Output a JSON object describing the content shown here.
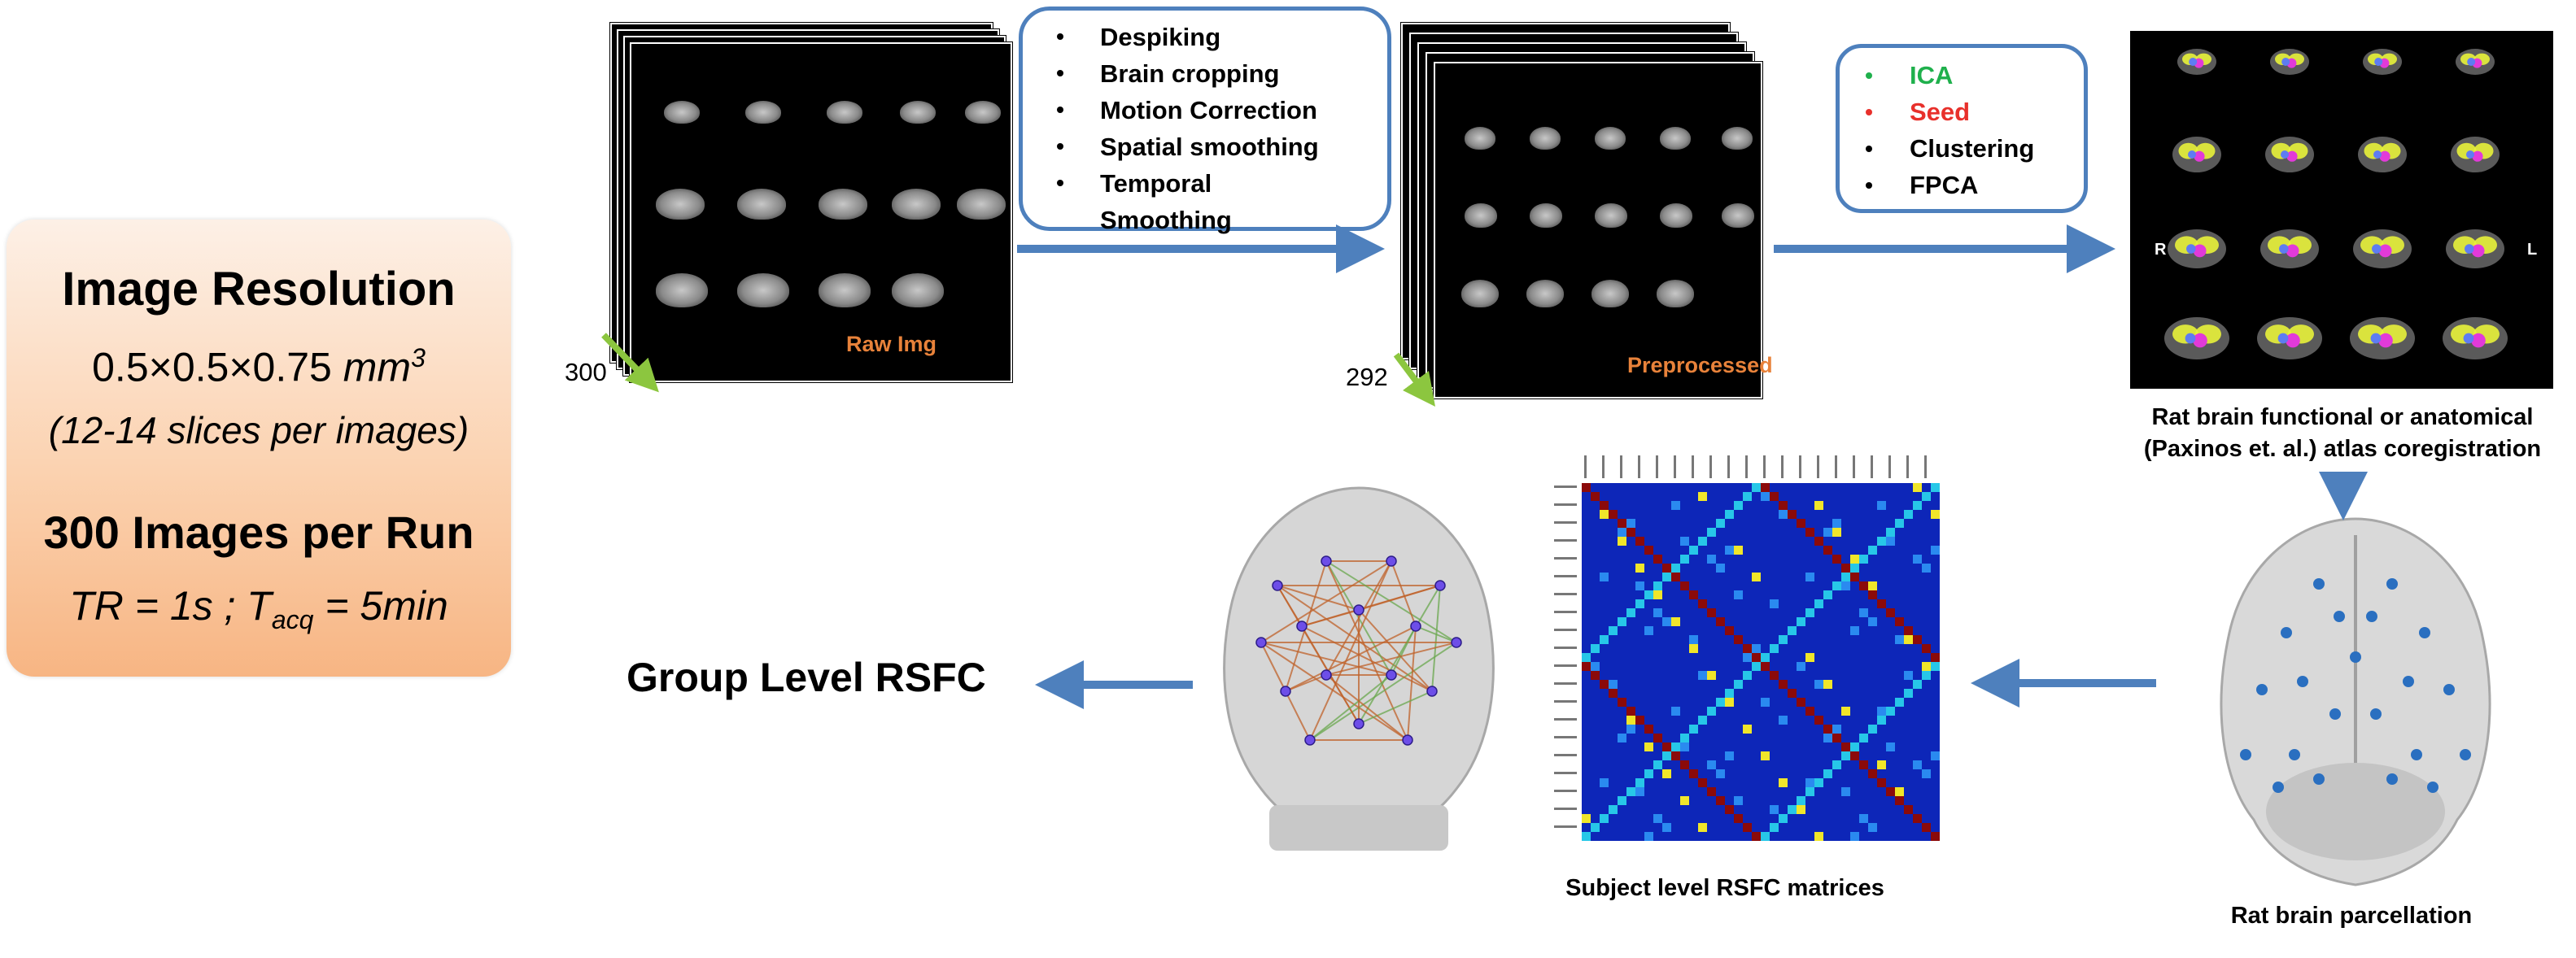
{
  "summary": {
    "line1": "Image Resolution",
    "line2_value": "0.5×0.5×0.75",
    "line2_unit": "mm",
    "line2_exp": "3",
    "line3": "(12-14 slices per images)",
    "line4": "300 Images per Run",
    "tr_text": "TR = 1s ; T",
    "tacq_sub": "acq",
    "tacq_value": " = 5min"
  },
  "raw": {
    "label": "Raw Img",
    "count": "300"
  },
  "preprocessing": {
    "steps": [
      "Despiking",
      "Brain cropping",
      "Motion Correction",
      "Spatial smoothing",
      "Temporal",
      "Smoothing"
    ]
  },
  "preprocessed": {
    "label": "Preprocessed",
    "count": "292"
  },
  "analysis": {
    "methods": [
      {
        "label": "ICA",
        "color": "#1fb04c"
      },
      {
        "label": "Seed",
        "color": "#e8302b"
      },
      {
        "label": "Clustering",
        "color": "#000000"
      },
      {
        "label": "FPCA",
        "color": "#000000"
      }
    ]
  },
  "atlas": {
    "caption_line1": "Rat brain functional or anatomical",
    "caption_line2": "(Paxinos et. al.) atlas coregistration",
    "left_marker": "R",
    "right_marker": "L"
  },
  "parcellation": {
    "caption": "Rat brain parcellation"
  },
  "matrix": {
    "caption": "Subject level RSFC matrices"
  },
  "group": {
    "label": "Group Level RSFC"
  },
  "colors": {
    "arrow": "#4e80bd",
    "green_arrow": "#8cc63f",
    "orange_label": "#e8823a",
    "box_border": "#4e80bd"
  }
}
